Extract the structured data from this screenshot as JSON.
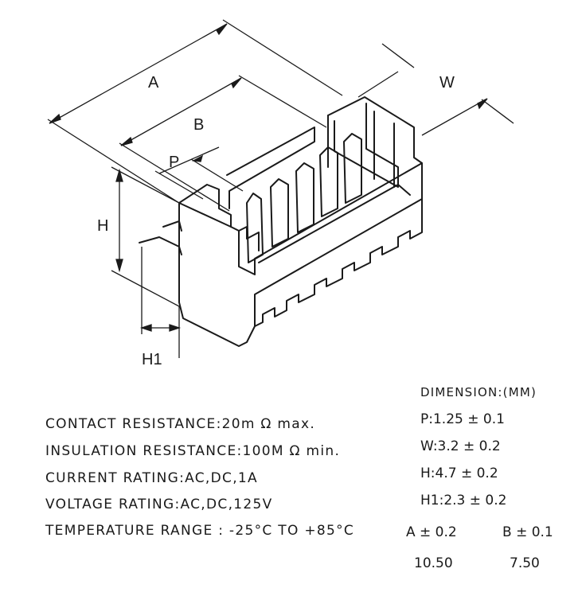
{
  "labels": {
    "A": "A",
    "B": "B",
    "P": "P",
    "W": "W",
    "H": "H",
    "H1": "H1"
  },
  "specs": {
    "contact_resistance": "CONTACT RESISTANCE:20m Ω max.",
    "insulation_resistance": "INSULATION RESISTANCE:100M Ω min.",
    "current_rating": "CURRENT RATING:AC,DC,1A",
    "voltage_rating": "VOLTAGE RATING:AC,DC,125V",
    "temperature_range": "TEMPERATURE RANGE : -25°C TO +85°C"
  },
  "dimensions": {
    "heading": "DIMENSION:(MM)",
    "p": "P:1.25 ± 0.1",
    "w": "W:3.2 ± 0.2",
    "h": "H:4.7 ± 0.2",
    "h1": "H1:2.3 ± 0.2",
    "a_header": "A ± 0.2",
    "b_header": "B ± 0.1",
    "a_value": "10.50",
    "b_value": "7.50"
  }
}
